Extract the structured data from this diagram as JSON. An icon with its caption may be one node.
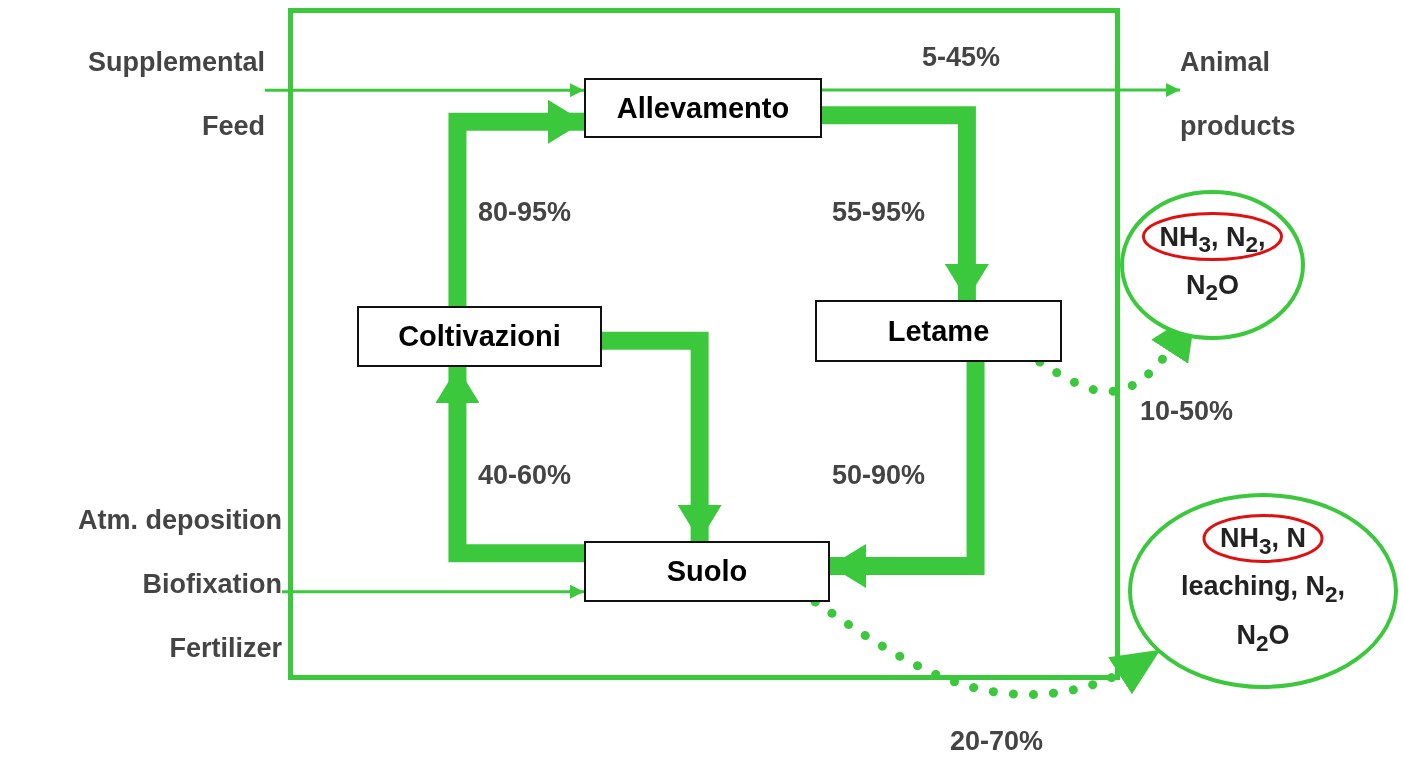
{
  "diagram": {
    "nodes": [
      {
        "text": [],
        "shape": "box"
      },
      {
        "text": [
          "Supplemental Feed"
        ]
      },
      {
        "text": [
          "Allevamento"
        ],
        "in": 0
      },
      {
        "text": [
          "Coltivazioni"
        ],
        "in": 0
      },
      {
        "text": [
          "Letame"
        ],
        "in": 0
      },
      {
        "text": [
          "Suolo"
        ],
        "in": 0
      },
      {
        "text": [
          "Animal products"
        ]
      },
      {
        "text": [
          "NH$_{3}$, N$_{2}$, N$_{2}$O"
        ]
      },
      {
        "text": [
          "NH$_{3}$, N leaching, N$_{2}$, N$_{2}$O"
        ]
      },
      {
        "text": [
          "Atm. deposition",
          "Biofixation",
          "Fertilizer"
        ]
      }
    ],
    "edges": [
      {
        "from": 1,
        "to": 2,
        "arrow": "to"
      },
      {
        "from": 2,
        "to": 6,
        "arrow": "to",
        "label": "5-45%"
      },
      {
        "from": 3,
        "to": 2,
        "arrow": "to",
        "label": "80-95%",
        "style": "thick"
      },
      {
        "from": 2,
        "to": 4,
        "arrow": "to",
        "label": "55-95%",
        "style": "thick"
      },
      {
        "from": 4,
        "to": 5,
        "arrow": "to",
        "label": "50-90%",
        "style": "thick"
      },
      {
        "from": 5,
        "to": 3,
        "arrow": "to",
        "label": "40-60%",
        "style": "thick"
      },
      {
        "from": 3,
        "to": 5,
        "arrow": "to",
        "style": "thick"
      },
      {
        "from": 4,
        "to": 7,
        "arrow": "to",
        "label": "10-50%",
        "style": "dashed"
      },
      {
        "from": 5,
        "to": 8,
        "arrow": "to",
        "label": "20-70%",
        "style": "dashed"
      },
      {
        "from": 9,
        "to": 5,
        "arrow": "to"
      }
    ]
  }
}
